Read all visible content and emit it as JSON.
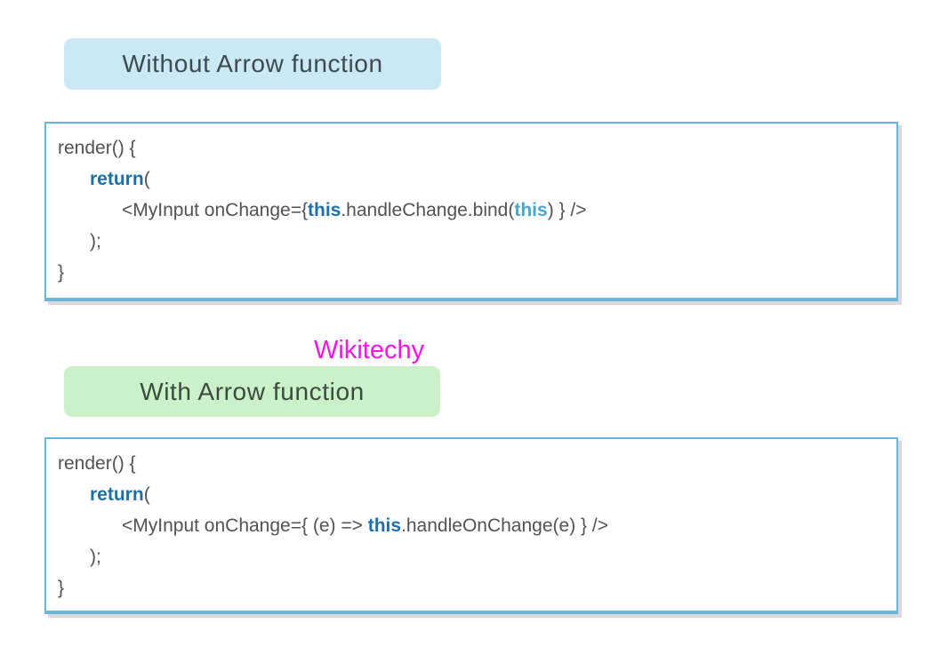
{
  "colors": {
    "keyword": "#1e6fa9",
    "keyword_light": "#48a4d0",
    "code_text": "#525252",
    "box_border": "#66b7da",
    "watermark": "#fb12e4",
    "label_without_bg": "#cbe8f7",
    "label_with_bg": "#cbf1c9",
    "label_text": "#3d4a50",
    "label_text_green": "#3a4a3e"
  },
  "watermark": {
    "text": "Wikitechy"
  },
  "sections": [
    {
      "label": "Without Arrow function",
      "code_lines": [
        {
          "indent": 0,
          "segments": [
            {
              "t": "render() {",
              "c": "plain"
            }
          ]
        },
        {
          "indent": 1,
          "segments": [
            {
              "t": "return",
              "c": "keyword"
            },
            {
              "t": "(",
              "c": "plain"
            }
          ]
        },
        {
          "indent": 2,
          "segments": [
            {
              "t": "<MyInput onChange={",
              "c": "plain"
            },
            {
              "t": "this",
              "c": "keyword"
            },
            {
              "t": ".handleChange.bind(",
              "c": "plain"
            },
            {
              "t": "this",
              "c": "keyword_light"
            },
            {
              "t": ") } />",
              "c": "plain"
            }
          ]
        },
        {
          "indent": 1,
          "segments": [
            {
              "t": ");",
              "c": "plain"
            }
          ]
        },
        {
          "indent": 0,
          "segments": [
            {
              "t": "}",
              "c": "plain"
            }
          ]
        }
      ]
    },
    {
      "label": "With Arrow function",
      "code_lines": [
        {
          "indent": 0,
          "segments": [
            {
              "t": "render() {",
              "c": "plain"
            }
          ]
        },
        {
          "indent": 1,
          "segments": [
            {
              "t": "return",
              "c": "keyword"
            },
            {
              "t": "(",
              "c": "plain"
            }
          ]
        },
        {
          "indent": 2,
          "segments": [
            {
              "t": "<MyInput onChange={ (e) => ",
              "c": "plain"
            },
            {
              "t": "this",
              "c": "keyword"
            },
            {
              "t": ".handleOnChange(e) } />",
              "c": "plain"
            }
          ]
        },
        {
          "indent": 1,
          "segments": [
            {
              "t": ");",
              "c": "plain"
            }
          ]
        },
        {
          "indent": 0,
          "segments": [
            {
              "t": "}",
              "c": "plain"
            }
          ]
        }
      ]
    }
  ]
}
